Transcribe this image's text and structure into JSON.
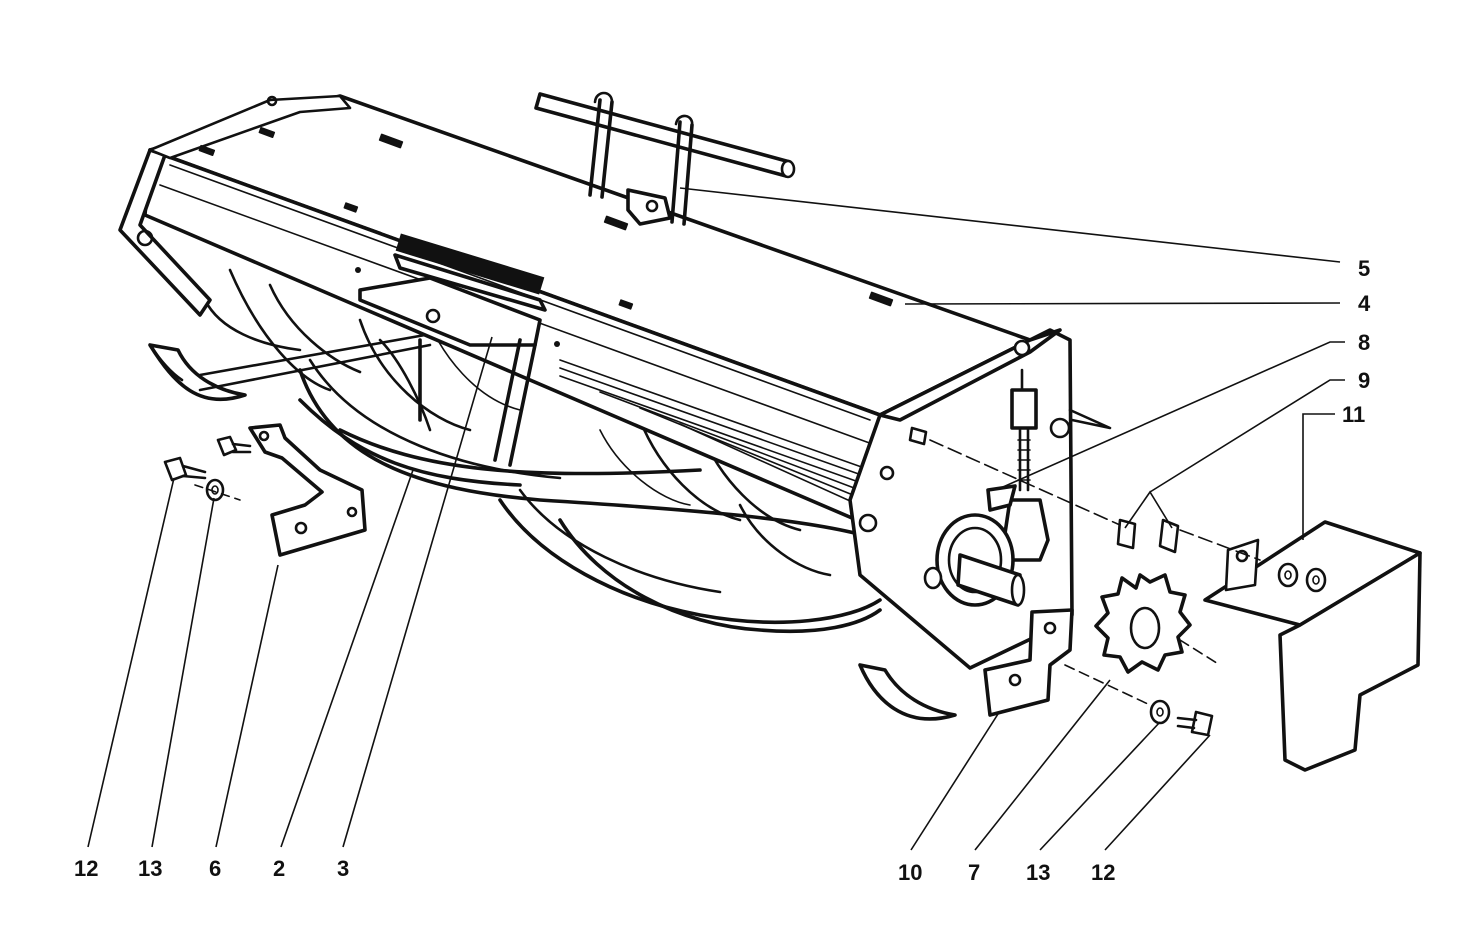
{
  "callouts": {
    "c5": "5",
    "c4": "4",
    "c8": "8",
    "c9": "9",
    "c11": "11",
    "c12_left": "12",
    "c13_left": "13",
    "c6": "6",
    "c2": "2",
    "c3": "3",
    "c10": "10",
    "c7": "7",
    "c13_right": "13",
    "c12_right": "12"
  },
  "colors": {
    "ink": "#111111",
    "paper": "#ffffff"
  }
}
